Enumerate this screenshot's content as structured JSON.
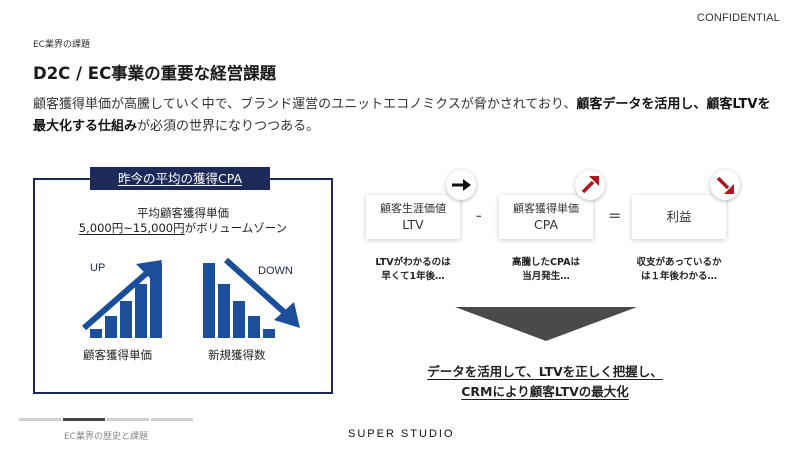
{
  "header": {
    "confidential": "CONFIDENTIAL",
    "section_label": "EC業界の課題",
    "title": "D2C / EC事業の重要な経営課題"
  },
  "lead": {
    "part1": "顧客獲得単価が高騰していく中で、ブランド運営のユニットエコノミクスが脅かされており、",
    "bold1": "顧客データを活用し、顧客LTVを最大化する仕組み",
    "part2": "が必須の世界になりつつある。"
  },
  "cpa_box": {
    "title": "昨今の平均の獲得CPA",
    "subtitle": "平均顧客獲得単価",
    "range": "5,000円~15,000円",
    "range_suffix": "がボリュームゾーン",
    "left_chart": {
      "trend_label": "UP",
      "caption": "顧客獲得単価",
      "bar_heights": [
        12,
        30,
        50,
        72,
        100
      ],
      "icon": "arrow-up-right-icon"
    },
    "right_chart": {
      "trend_label": "DOWN",
      "caption": "新規獲得数",
      "bar_heights": [
        100,
        72,
        50,
        30,
        12
      ],
      "icon": "arrow-down-right-icon"
    },
    "colors": {
      "border": "#1c2a5a",
      "bar": "#1b4f9c"
    }
  },
  "formula": {
    "items": [
      {
        "line1": "顧客生涯価値",
        "line2": "LTV",
        "badge": "arrow-right-icon",
        "badge_color": "#111111",
        "note1": "LTVがわかるのは",
        "note2": "早くて1年後…"
      },
      {
        "line1": "顧客獲得単価",
        "line2": "CPA",
        "badge": "arrow-up-right-icon",
        "badge_color": "#b0161b",
        "note1": "高騰したCPAは",
        "note2": "当月発生…"
      },
      {
        "line1": "利益",
        "line2": "",
        "badge": "arrow-down-right-icon",
        "badge_color": "#b0161b",
        "note1": "収支があっているか",
        "note2": "は１年後わかる…"
      }
    ],
    "minus": "-",
    "equals": "="
  },
  "conclusion": {
    "line1": "データを活用して、LTVを正しく把握し、",
    "line2": "CRMにより顧客LTVの最大化"
  },
  "footer": {
    "progress_segments": 4,
    "active_segment": 2,
    "label": "EC業界の歴史と課題",
    "brand": "SUPER STUDIO"
  }
}
